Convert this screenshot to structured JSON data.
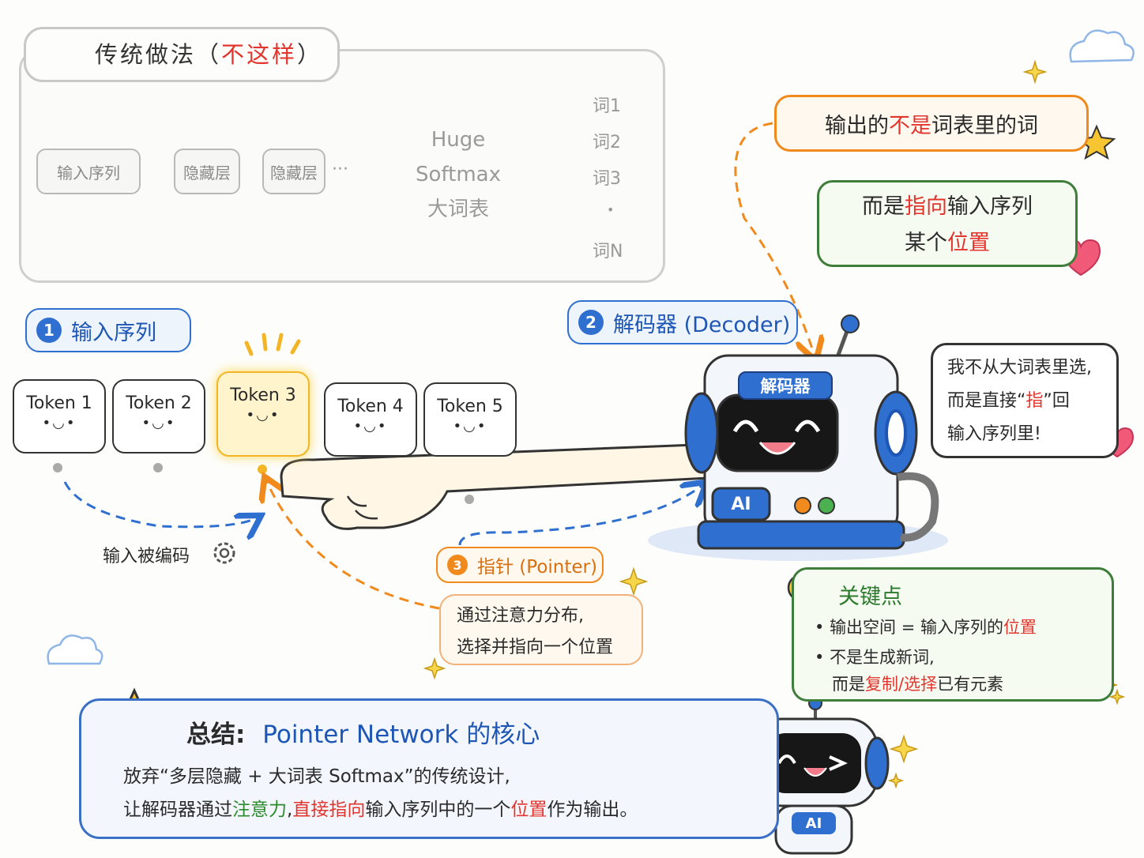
{
  "traditional": {
    "title_prefix": "传统做法（",
    "title_red": "不这样",
    "title_suffix": "）",
    "input_box": "输入序列",
    "hidden1": "隐藏层",
    "hidden2": "隐藏层",
    "dots": "···",
    "softmax_line1": "Huge",
    "softmax_line2": "Softmax",
    "softmax_line3": "大词表",
    "words": [
      "词1",
      "词2",
      "词3",
      "•",
      "词N"
    ]
  },
  "callout_top": {
    "part1": "输出的",
    "part2_red": "不是",
    "part3": "词表里的词"
  },
  "callout_point": {
    "line1_a": "而是",
    "line1_red": "指向",
    "line1_b": "输入序列",
    "line2_a": "某个",
    "line2_red": "位置"
  },
  "section1": {
    "num": "1",
    "label": "输入序列"
  },
  "section2": {
    "num": "2",
    "label": "解码器 (Decoder)"
  },
  "section3": {
    "num": "3",
    "label": "指针 (Pointer)"
  },
  "tokens": [
    {
      "label": "Token 1",
      "face": "•◡•"
    },
    {
      "label": "Token 2",
      "face": "•◡•"
    },
    {
      "label": "Token 3",
      "face": "•◡•"
    },
    {
      "label": "Token 4",
      "face": "•◡•"
    },
    {
      "label": "Token 5",
      "face": "•◡•"
    }
  ],
  "encoded_label": "输入被编码",
  "decoder_robot": {
    "plate": "解码器",
    "panel": "AI"
  },
  "robot_speech": {
    "line1": "我不从大词表里选,",
    "line2_a": "而是直接“",
    "line2_red": "指",
    "line2_b": "”回",
    "line3": "输入序列里!"
  },
  "pointer_desc": {
    "line1": "通过注意力分布,",
    "line2": "选择并指向一个位置"
  },
  "key_points": {
    "title": "关键点",
    "b1_a": "输出空间 = 输入序列的",
    "b1_red": "位置",
    "b2_line1": "不是生成新词,",
    "b2_a": "而是",
    "b2_red": "复制/选择",
    "b2_b": "已有元素"
  },
  "summary": {
    "title_a": "总结:",
    "title_b": "Pointer Network 的核心",
    "line1": "放弃“多层隐藏 + 大词表 Softmax”的传统设计,",
    "line2_a": "让解码器通过",
    "line2_green": "注意力",
    "line2_mid": ",",
    "line2_red1": "直接指向",
    "line2_b": "输入序列中的一个",
    "line2_red2": "位置",
    "line2_c": "作为输出。"
  },
  "small_robot": {
    "badge": "AI"
  },
  "colors": {
    "blue": "#2f6fcf",
    "orange": "#f08a1c",
    "red": "#e2352d",
    "green": "#3f7d3a",
    "yellow": "#f3b526"
  }
}
